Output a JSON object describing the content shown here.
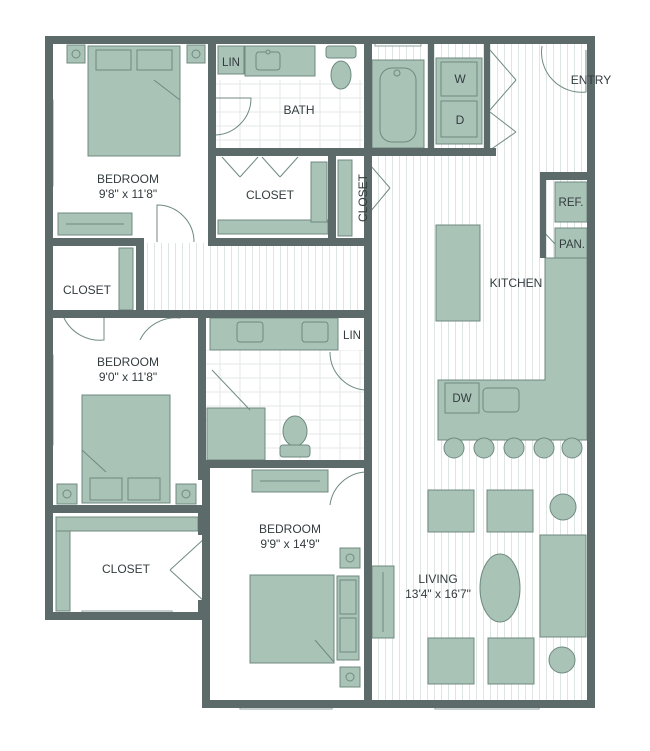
{
  "colors": {
    "wall": "#5c6b69",
    "fixture_fill": "#a9c3b7",
    "fixture_stroke": "#6f8a80",
    "floor_line": "#dde6e2",
    "text": "#333c3f"
  },
  "rooms": {
    "bedroom1": {
      "name": "BEDROOM",
      "dims": "9'8\" x 11'8\""
    },
    "bedroom2": {
      "name": "BEDROOM",
      "dims": "9'0\" x 11'8\""
    },
    "bedroom3": {
      "name": "BEDROOM",
      "dims": "9'9\" x 14'9\""
    },
    "living": {
      "name": "LIVING",
      "dims": "13'4\" x 16'7\""
    },
    "kitchen": {
      "name": "KITCHEN"
    },
    "bath": {
      "name": "BATH"
    },
    "entry": {
      "name": "ENTRY"
    },
    "closet_bath": {
      "name": "CLOSET"
    },
    "closet_hall": {
      "name": "CLOSET"
    },
    "closet_bed2": {
      "name": "CLOSET"
    },
    "closet_bottom": {
      "name": "CLOSET"
    }
  },
  "fixtures": {
    "lin_top": "LIN",
    "lin_mid": "LIN",
    "washer": "W",
    "dryer": "D",
    "ref": "REF.",
    "pan": "PAN.",
    "dw": "DW"
  }
}
